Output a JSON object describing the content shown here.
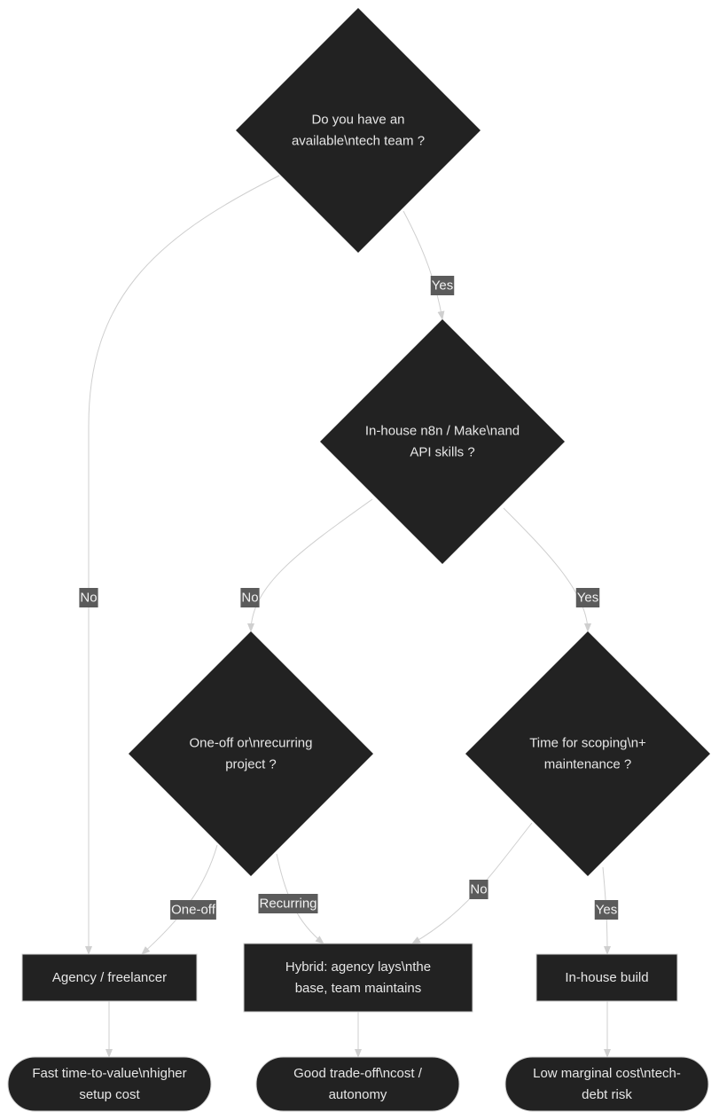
{
  "colors": {
    "node_fill": "#222222",
    "node_text": "#e6e6e6",
    "edge_stroke": "#cfcfcf",
    "edge_label_bg": "#5b5b5b",
    "edge_label_text": "#f2f2f2",
    "background": "#ffffff"
  },
  "nodes": {
    "q_tech_team": {
      "shape": "diamond",
      "lines": [
        "Do you have an",
        "available\\ntech team ?"
      ]
    },
    "q_skills": {
      "shape": "diamond",
      "lines": [
        "In-house n8n / Make\\nand",
        "API skills ?"
      ]
    },
    "q_project_type": {
      "shape": "diamond",
      "lines": [
        "One-off or\\nrecurring",
        "project ?"
      ]
    },
    "q_time": {
      "shape": "diamond",
      "lines": [
        "Time for scoping\\n+",
        "maintenance ?"
      ]
    },
    "agency": {
      "shape": "rect",
      "lines": [
        "Agency / freelancer"
      ]
    },
    "hybrid": {
      "shape": "rect",
      "lines": [
        "Hybrid: agency lays\\nthe",
        "base, team maintains"
      ]
    },
    "inhouse": {
      "shape": "rect",
      "lines": [
        "In-house build"
      ]
    },
    "outcome_agency": {
      "shape": "stadium",
      "lines": [
        "Fast time-to-value\\nhigher",
        "setup cost"
      ]
    },
    "outcome_hybrid": {
      "shape": "stadium",
      "lines": [
        "Good trade-off\\ncost /",
        "autonomy"
      ]
    },
    "outcome_inhouse": {
      "shape": "stadium",
      "lines": [
        "Low marginal cost\\ntech-",
        "debt risk"
      ]
    }
  },
  "edges": [
    {
      "from": "q_tech_team",
      "to": "q_skills",
      "label": "Yes"
    },
    {
      "from": "q_tech_team",
      "to": "agency",
      "label": "No"
    },
    {
      "from": "q_skills",
      "to": "q_project_type",
      "label": "No"
    },
    {
      "from": "q_skills",
      "to": "q_time",
      "label": "Yes"
    },
    {
      "from": "q_project_type",
      "to": "agency",
      "label": "One-off"
    },
    {
      "from": "q_project_type",
      "to": "hybrid",
      "label": "Recurring"
    },
    {
      "from": "q_time",
      "to": "hybrid",
      "label": "No"
    },
    {
      "from": "q_time",
      "to": "inhouse",
      "label": "Yes"
    },
    {
      "from": "agency",
      "to": "outcome_agency",
      "label": ""
    },
    {
      "from": "hybrid",
      "to": "outcome_hybrid",
      "label": ""
    },
    {
      "from": "inhouse",
      "to": "outcome_inhouse",
      "label": ""
    }
  ]
}
